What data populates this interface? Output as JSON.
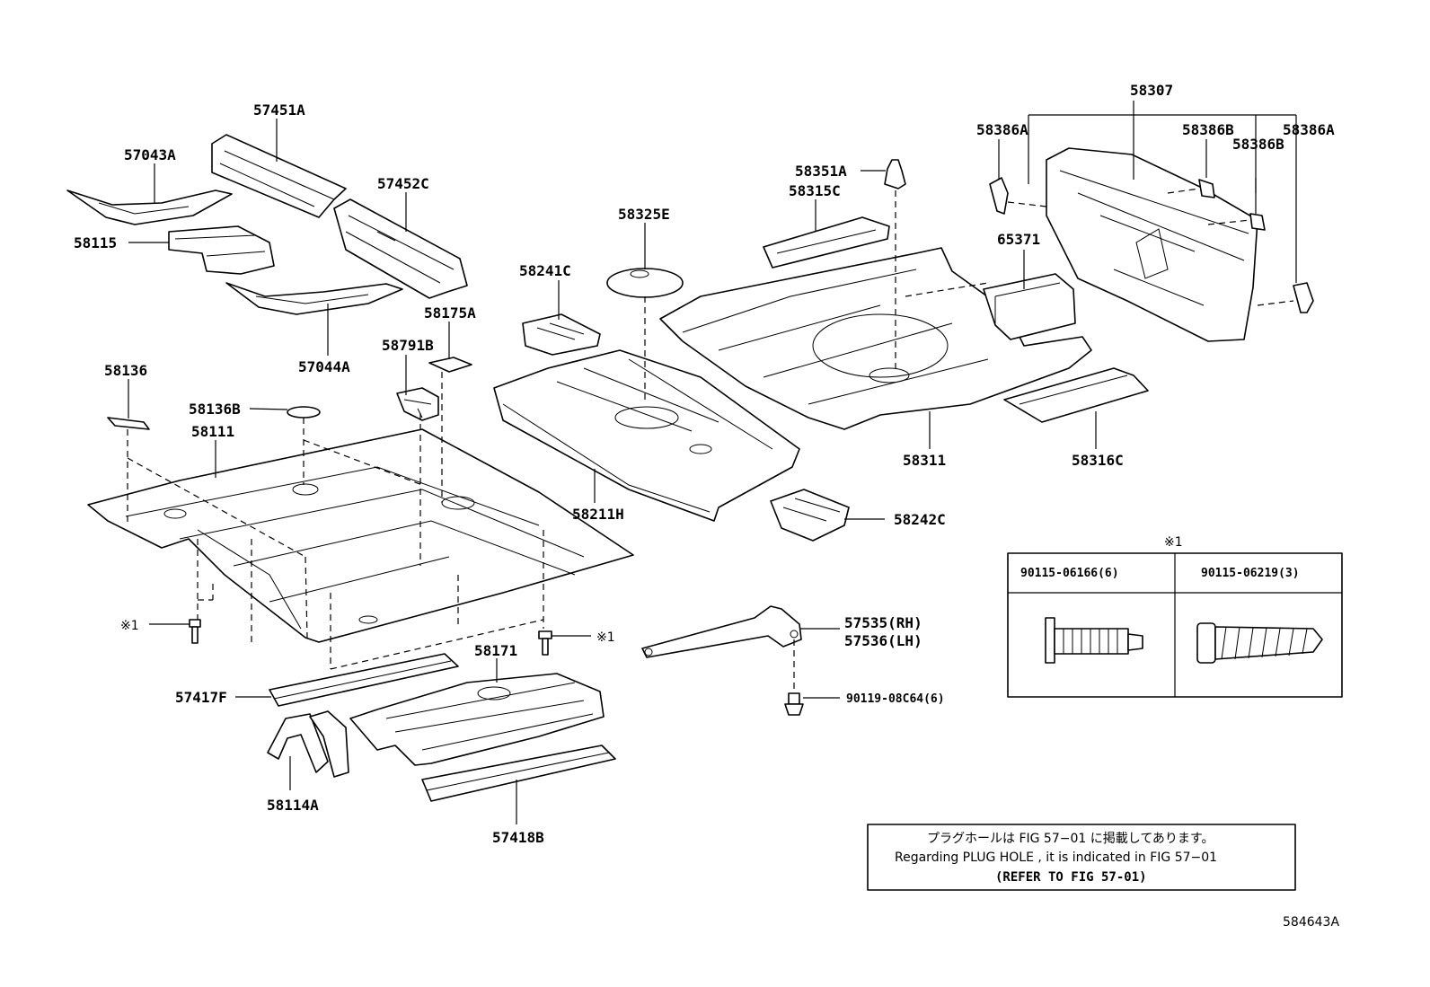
{
  "diagram_code": "584643A",
  "parts": {
    "p57451A": "57451A",
    "p57043A": "57043A",
    "p57452C": "57452C",
    "p58115": "58115",
    "p57044A": "57044A",
    "p58175A": "58175A",
    "p58791B": "58791B",
    "p58136": "58136",
    "p58136B": "58136B",
    "p58111": "58111",
    "p58241C": "58241C",
    "p58325E": "58325E",
    "p58211H": "58211H",
    "p58242C": "58242C",
    "p58351A": "58351A",
    "p58315C": "58315C",
    "p58311": "58311",
    "p58307": "58307",
    "p58386A_left": "58386A",
    "p58386B_1": "58386B",
    "p58386B_2": "58386B",
    "p58386A_right": "58386A",
    "p65371": "65371",
    "p58316C": "58316C",
    "p57535": "57535(RH)",
    "p57536": "57536(LH)",
    "p90119": "90119-08C64(6)",
    "p57417F": "57417F",
    "p58171": "58171",
    "p58114A": "58114A",
    "p57418B": "57418B",
    "ref1_left": "※1",
    "ref1_right": "※1"
  },
  "fastener_table": {
    "title": "※1",
    "col1": "90115-06166(6)",
    "col2": "90115-06219(3)"
  },
  "note": {
    "line1": "プラグホールは FIG 57−01 に掲載してあります。",
    "line2": "Regarding PLUG HOLE , it is indicated in FIG 57−01",
    "line3": "(REFER TO FIG 57-01)"
  }
}
